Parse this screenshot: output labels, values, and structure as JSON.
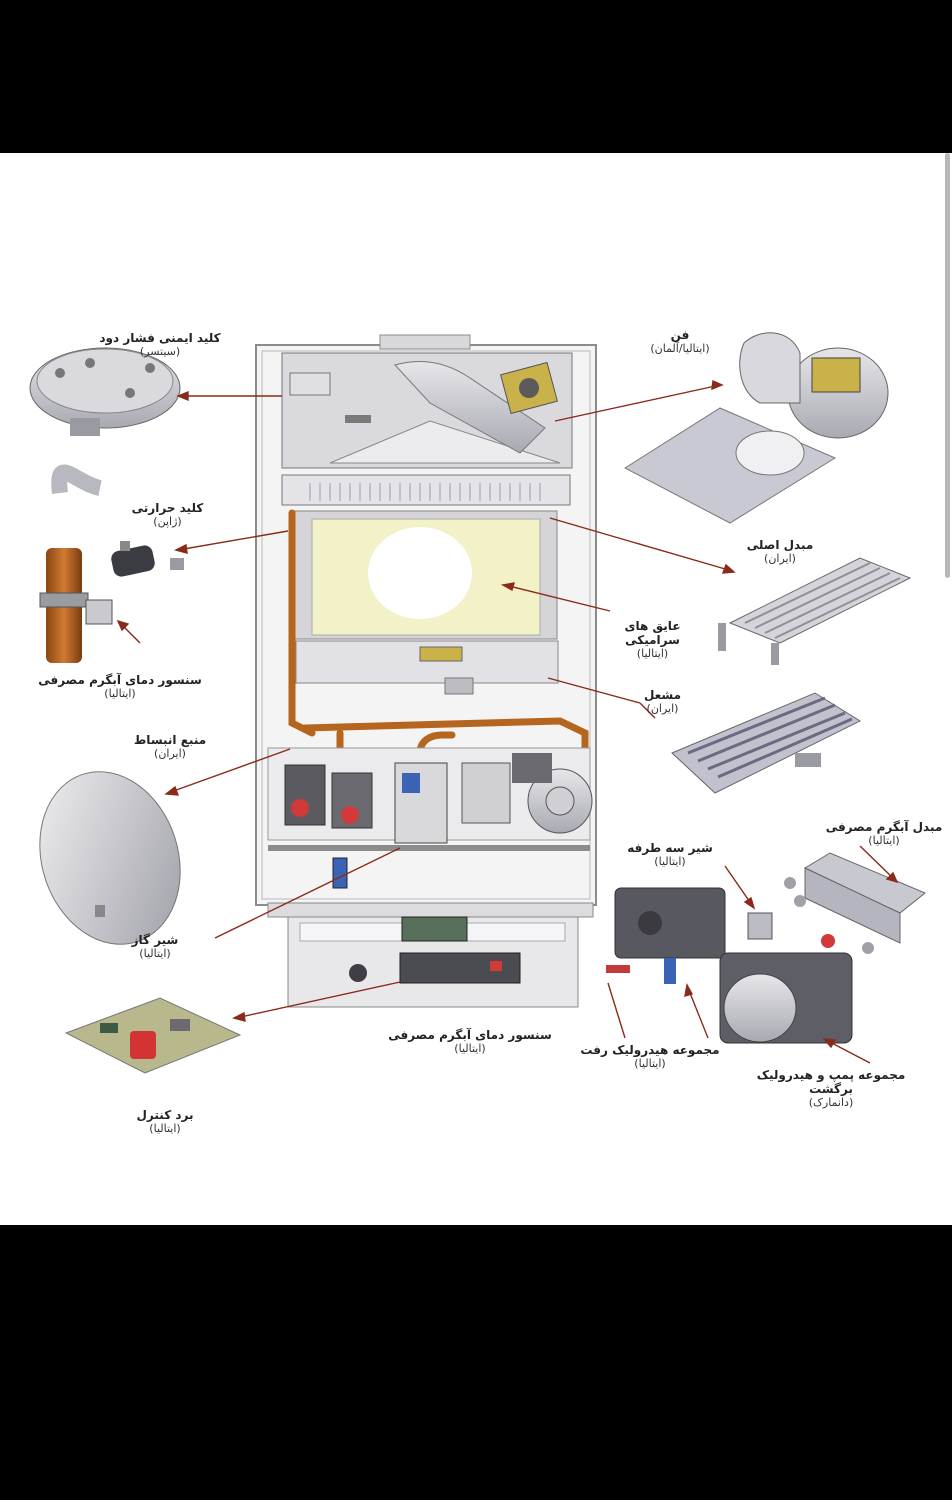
{
  "labels": {
    "smoke_pressure_switch": {
      "name": "کلید ایمنی فشار دود",
      "origin": "(سیتسر)"
    },
    "fan": {
      "name": "فن",
      "origin": "(ایتالیا/آلمان)"
    },
    "thermal_switch": {
      "name": "کلید حرارتی",
      "origin": "(ژاپن)"
    },
    "main_exchanger": {
      "name": "مبدل اصلی",
      "origin": "(ایران)"
    },
    "ceramic_insulation": {
      "name": "عایق های سرامیکی",
      "origin": "(ایتالیا)"
    },
    "dhw_temp_sensor_left": {
      "name": "سنسور دمای آبگرم مصرفی",
      "origin": "(ایتالیا)"
    },
    "burner": {
      "name": "مشعل",
      "origin": "(ایران)"
    },
    "expansion_tank": {
      "name": "منبع انبساط",
      "origin": "(ایران)"
    },
    "dhw_exchanger": {
      "name": "مبدل آبگرم مصرفی",
      "origin": "(ایتالیا)"
    },
    "three_way_valve": {
      "name": "شیر سه طرفه",
      "origin": "(ایتالیا)"
    },
    "gas_valve": {
      "name": "شیر گاز",
      "origin": "(ایتالیا)"
    },
    "dhw_temp_sensor_bottom": {
      "name": "سنسور دمای آبگرم مصرفی",
      "origin": "(ایتالیا)"
    },
    "hydraulic_supply": {
      "name": "مجموعه هیدرولیک رفت",
      "origin": "(ایتالیا)"
    },
    "pump_hydraulic_return": {
      "name": "مجموعه پمپ و هیدرولیک برگشت",
      "origin": "(دانمارک)"
    },
    "control_board": {
      "name": "برد کنترل",
      "origin": "(ایتالیا)"
    }
  },
  "colors": {
    "leader_line": "#8a2a1a",
    "frame": "#8c8c8c",
    "pipe": "#b5651d",
    "combustion_chamber": "#f3f1c8"
  }
}
